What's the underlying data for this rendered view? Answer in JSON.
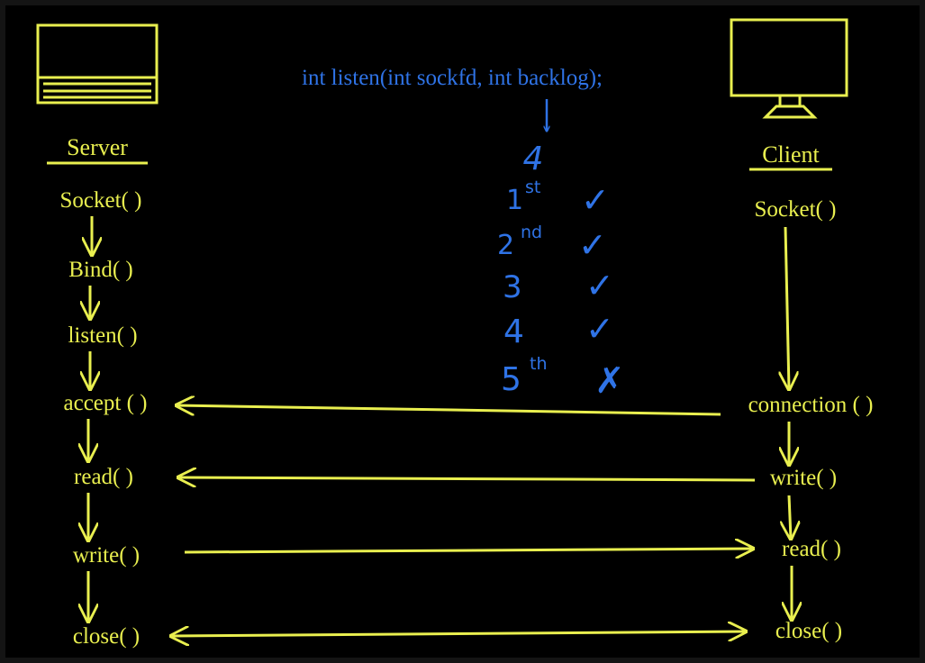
{
  "colors": {
    "background": "#000000",
    "chalk_yellow": "#e9ef4f",
    "chalk_blue": "#2f73e6"
  },
  "signature": "int listen(int sockfd, int backlog);",
  "backlog_value": "4",
  "attempts": [
    {
      "n": "1",
      "suffix": "st",
      "mark": "✓"
    },
    {
      "n": "2",
      "suffix": "nd",
      "mark": "✓"
    },
    {
      "n": "3",
      "suffix": "",
      "mark": "✓"
    },
    {
      "n": "4",
      "suffix": "",
      "mark": "✓"
    },
    {
      "n": "5",
      "suffix": "th",
      "mark": "✗"
    }
  ],
  "server": {
    "title": "Server",
    "icon": "laptop-icon",
    "steps": [
      "Socket( )",
      "Bind( )",
      "listen( )",
      "accept ( )",
      "read( )",
      "write( )",
      "close( )"
    ]
  },
  "client": {
    "title": "Client",
    "icon": "monitor-icon",
    "steps": [
      "Socket( )",
      "connection ( )",
      "write( )",
      "read( )",
      "close( )"
    ]
  }
}
